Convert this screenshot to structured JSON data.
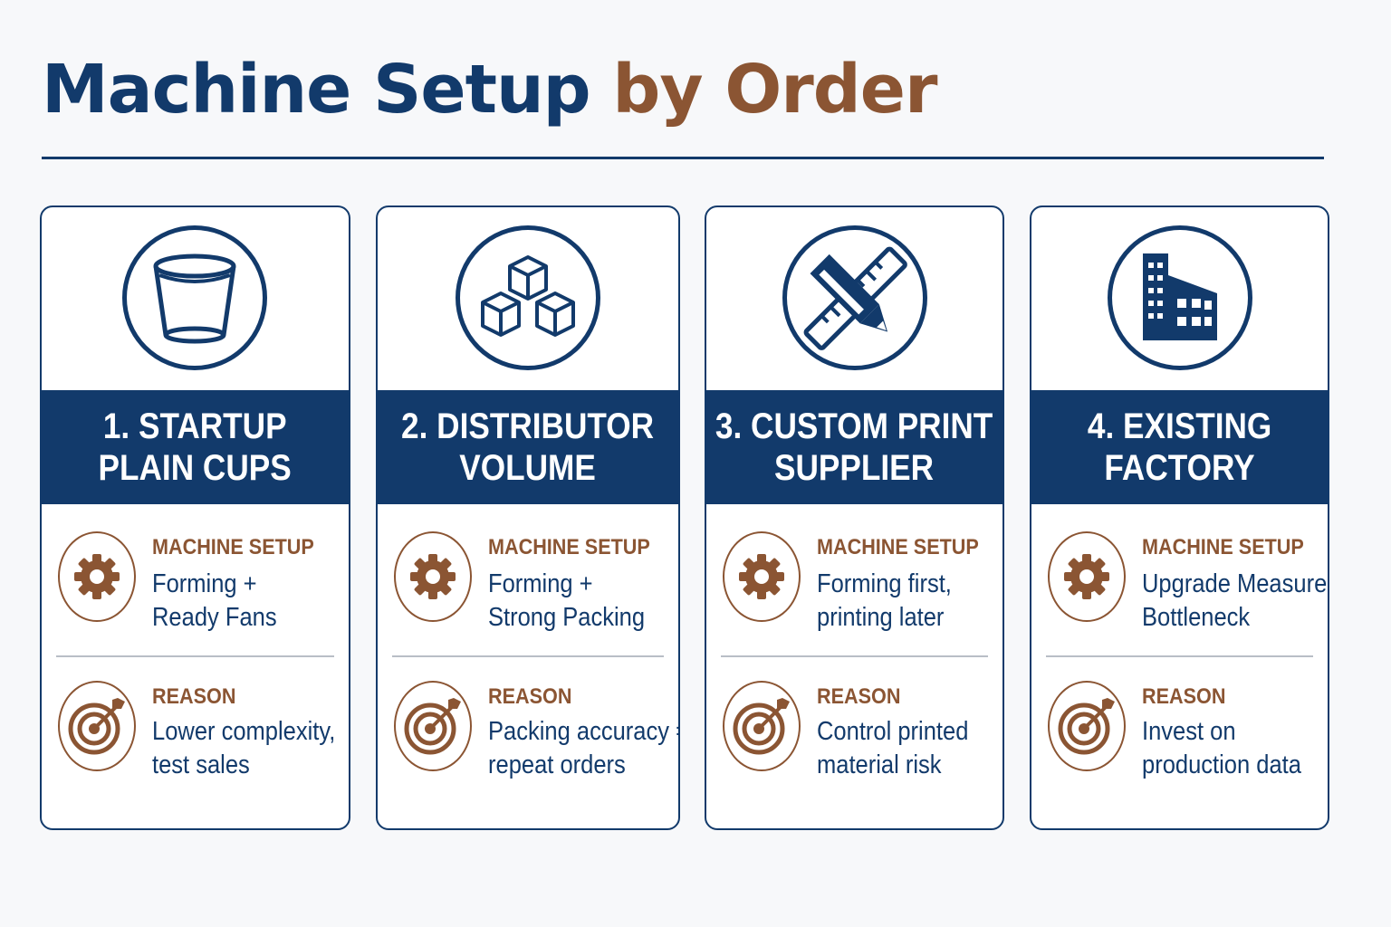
{
  "title": {
    "part1": "Machine Setup",
    "part2": "by Order"
  },
  "colors": {
    "navy": "#123a6b",
    "brown": "#8b5533"
  },
  "cards": [
    {
      "icon": "cup-icon",
      "heading_line1": "1. STARTUP",
      "heading_line2": "PLAIN CUPS",
      "setup_label": "MACHINE SETUP",
      "setup_line1": "Forming +",
      "setup_line2": "Ready Fans",
      "reason_label": "REASON",
      "reason_line1": "Lower complexity,",
      "reason_line2": "test sales"
    },
    {
      "icon": "boxes-icon",
      "heading_line1": "2. DISTRIBUTOR",
      "heading_line2": "VOLUME",
      "setup_label": "MACHINE SETUP",
      "setup_line1": "Forming +",
      "setup_line2": "Strong Packing",
      "reason_label": "REASON",
      "reason_line1": "Packing accuracy =",
      "reason_line2": "repeat orders"
    },
    {
      "icon": "design-tools-icon",
      "heading_line1": "3. CUSTOM PRINT",
      "heading_line2": "SUPPLIER",
      "setup_label": "MACHINE SETUP",
      "setup_line1": "Forming first,",
      "setup_line2": "printing later",
      "reason_label": "REASON",
      "reason_line1": "Control printed",
      "reason_line2": "material risk"
    },
    {
      "icon": "factory-icon",
      "heading_line1": "4. EXISTING",
      "heading_line2": "FACTORY",
      "setup_label": "MACHINE SETUP",
      "setup_line1": "Upgrade Measured",
      "setup_line2": "Bottleneck",
      "reason_label": "REASON",
      "reason_line1": "Invest on",
      "reason_line2": "production data"
    }
  ]
}
